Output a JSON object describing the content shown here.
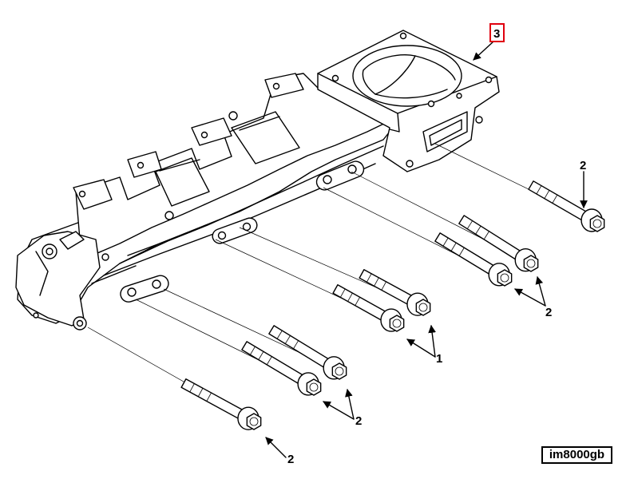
{
  "figure": {
    "reference_code": "im8000gb",
    "callouts": {
      "housing": "3",
      "bolt_rear_right": "2",
      "bolt_pair_mid_right": "2",
      "bolt_pair_center": "1",
      "bolt_pair_left": "2",
      "bolt_front": "2"
    },
    "highlight_color": "#e0000f"
  }
}
